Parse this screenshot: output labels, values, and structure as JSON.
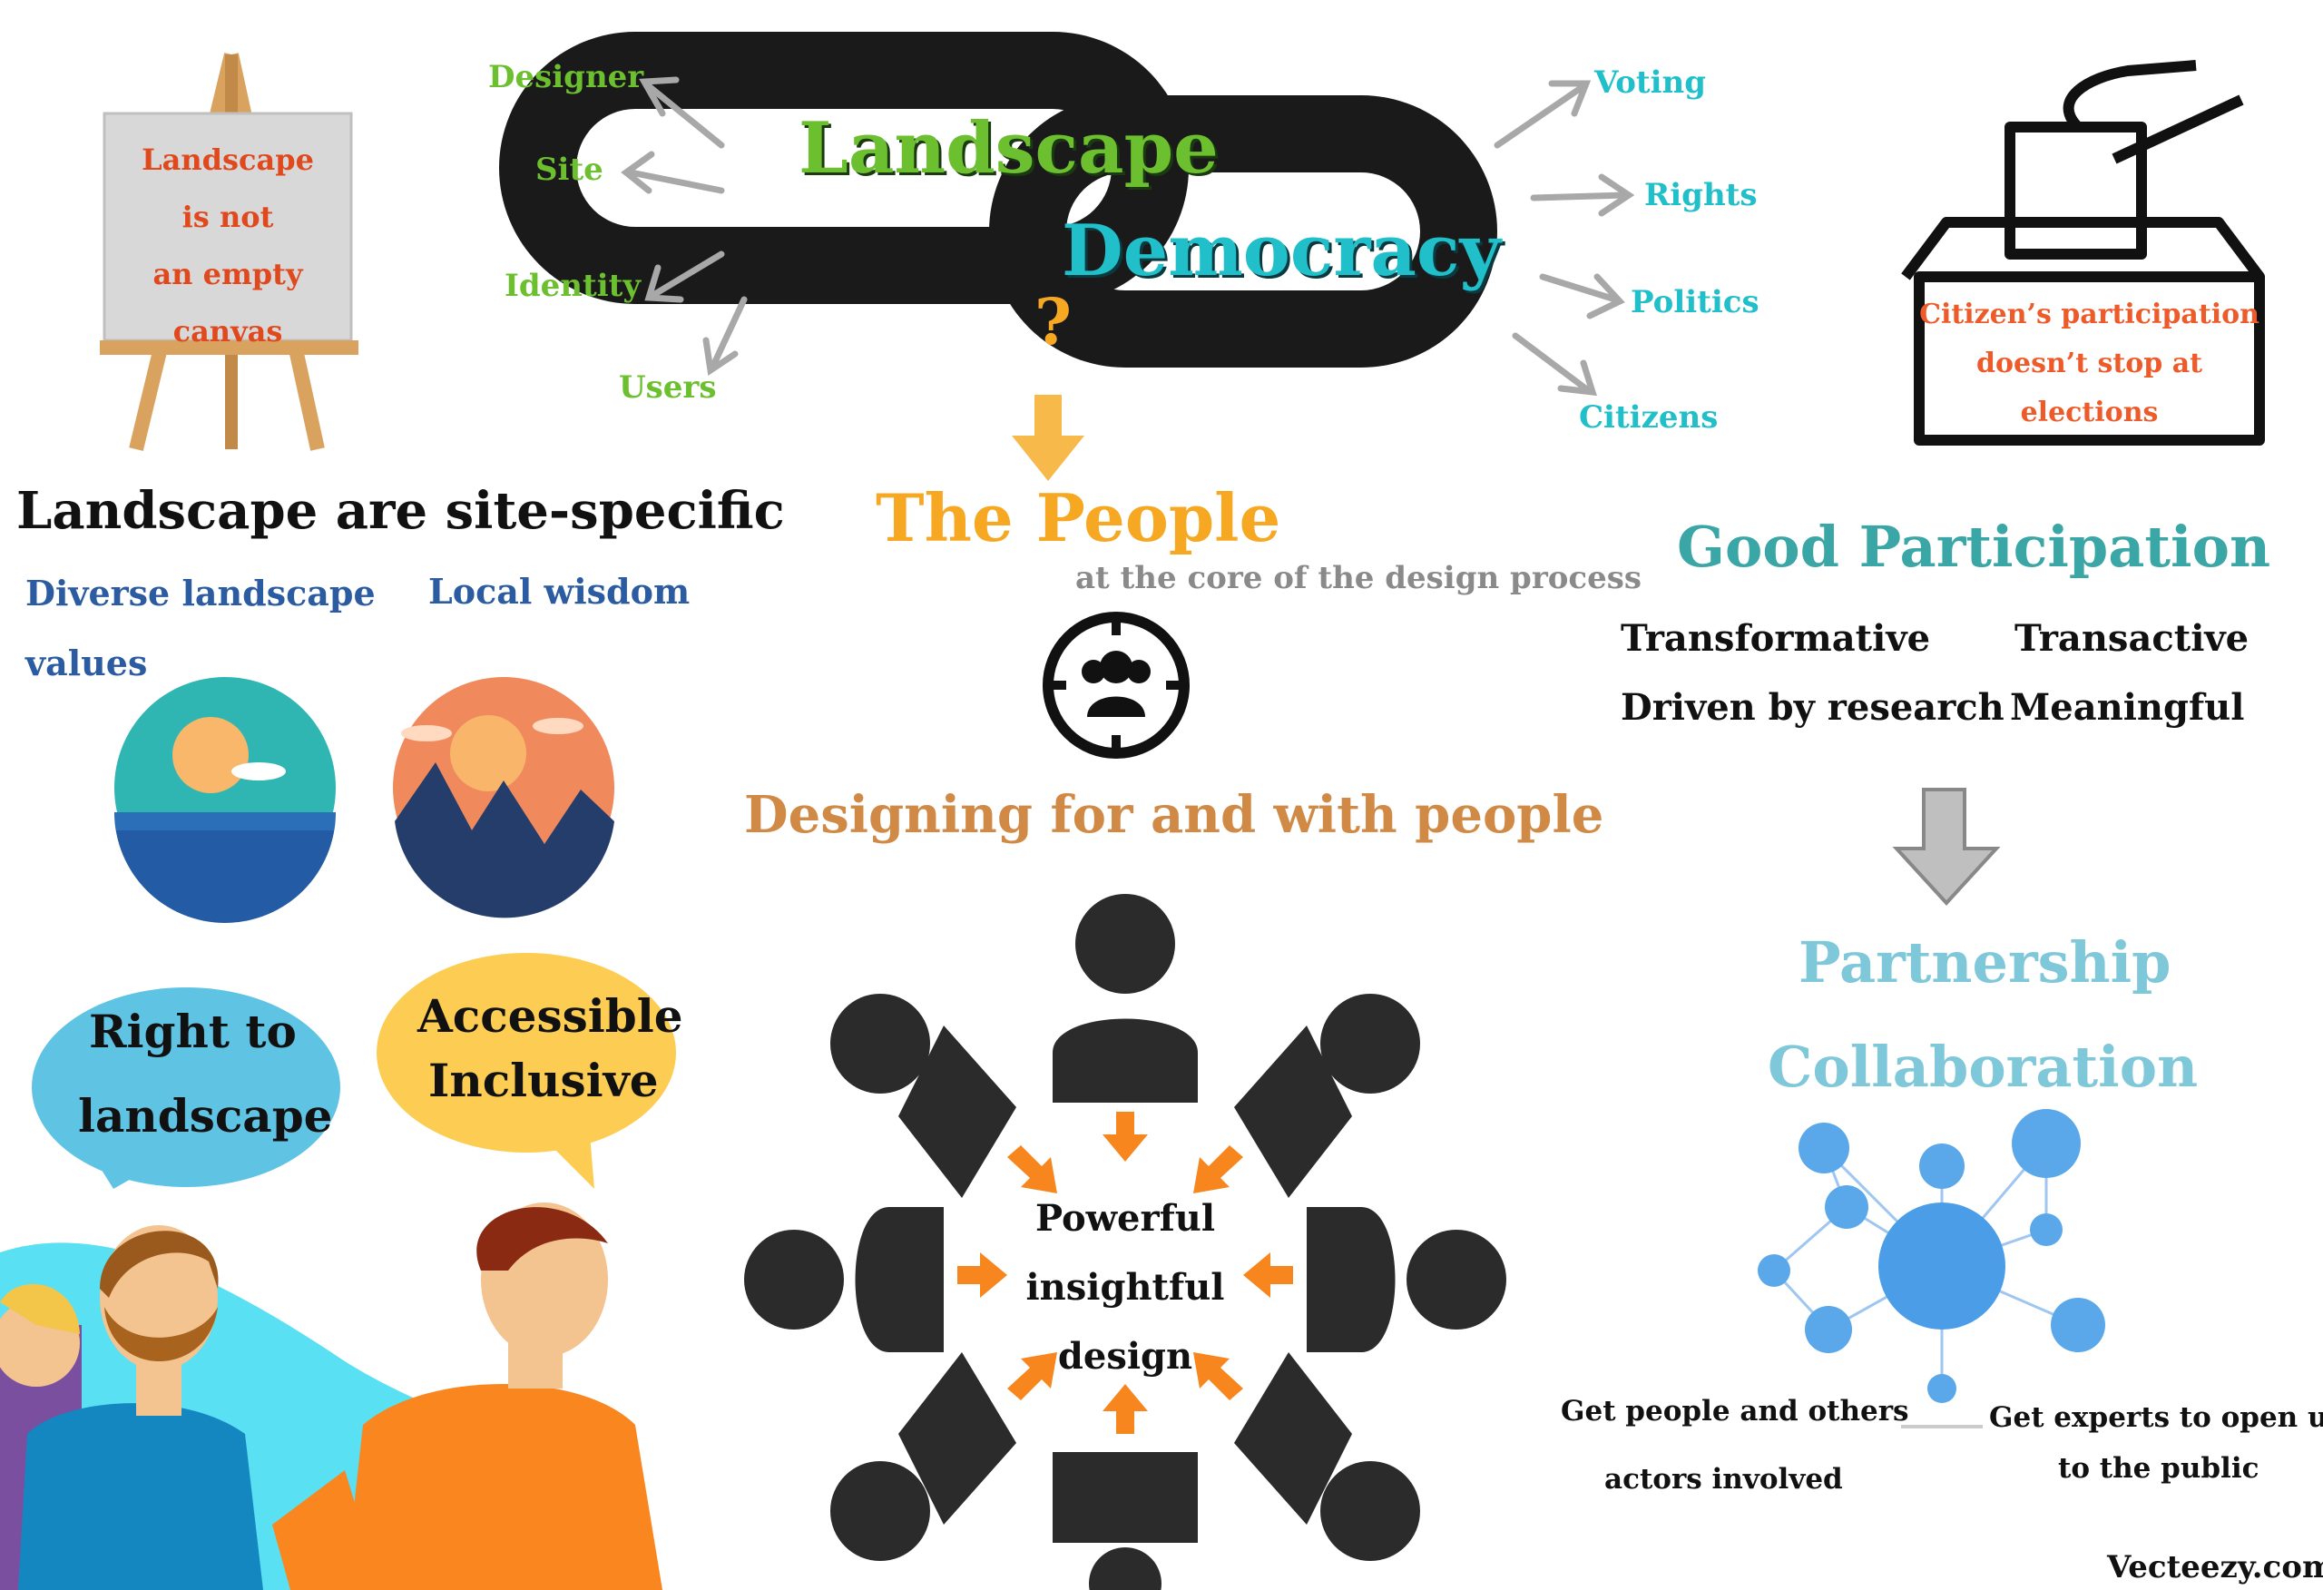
{
  "chain": {
    "landscape": "Landscape",
    "democracy": "Democracy",
    "question": "?"
  },
  "left_branches": [
    "Designer",
    "Site",
    "Identity",
    "Users"
  ],
  "right_branches": [
    "Voting",
    "Rights",
    "Politics",
    "Citizens"
  ],
  "canvas_text": [
    "Landscape",
    "is not",
    "an empty",
    "canvas"
  ],
  "site_specific": {
    "heading": "Landscape are site-specific",
    "diverse_line1": "Diverse landscape",
    "diverse_line2": "values",
    "local_wisdom": "Local wisdom"
  },
  "bubbles": {
    "right_line1": "Right to",
    "right_line2": "landscape",
    "access_line1": "Accessible",
    "access_line2": "Inclusive"
  },
  "people": {
    "title": "The People",
    "subtitle": "at the core of the design process",
    "designing": "Designing for and with people"
  },
  "center": [
    "Powerful",
    "insightful",
    "design"
  ],
  "ballot": [
    "Citizen’s participation",
    "doesn’t stop at",
    "elections"
  ],
  "good_participation": {
    "title": "Good Participation",
    "items": [
      "Transformative",
      "Transactive",
      "Driven by research",
      "Meaningful"
    ]
  },
  "partnership": "Partnership",
  "collaboration": "Collaboration",
  "network": {
    "left_line1": "Get people and others",
    "left_line2": "actors involved",
    "right_line1": "Get experts to open up",
    "right_line2": "to the public"
  },
  "credit": "Vecteezy.com",
  "colors": {
    "green": "#6cbf2f",
    "cyan": "#20bfc9",
    "orange_title": "#f7a823",
    "tan": "#d08a46",
    "teal": "#3aa6a6",
    "navy": "#2b5ba0",
    "canvas_red": "#e0491d",
    "ballot_red": "#ee5b2a"
  }
}
